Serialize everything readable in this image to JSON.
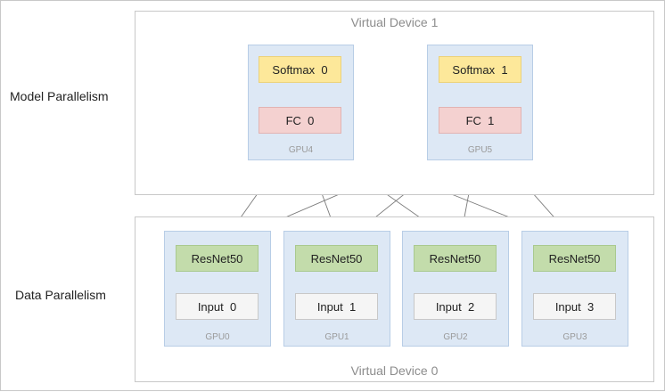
{
  "labels": {
    "model_parallelism": "Model Parallelism",
    "data_parallelism": "Data Parallelism"
  },
  "virtual_devices": {
    "top": "Virtual Device 1",
    "bottom": "Virtual Device 0"
  },
  "model_gpus": [
    {
      "gpu": "GPU4",
      "softmax": "Softmax  0",
      "fc": "FC  0"
    },
    {
      "gpu": "GPU5",
      "softmax": "Softmax  1",
      "fc": "FC  1"
    }
  ],
  "data_gpus": [
    {
      "gpu": "GPU0",
      "net": "ResNet50",
      "input": "Input  0"
    },
    {
      "gpu": "GPU1",
      "net": "ResNet50",
      "input": "Input  1"
    },
    {
      "gpu": "GPU2",
      "net": "ResNet50",
      "input": "Input  2"
    },
    {
      "gpu": "GPU3",
      "net": "ResNet50",
      "input": "Input  3"
    }
  ],
  "colors": {
    "softmax_fill": "#fde89a",
    "softmax_border": "#ecd27a",
    "fc_fill": "#f4d1d0",
    "fc_border": "#e2b3b2",
    "resnet_fill": "#c3dcab",
    "resnet_border": "#a9c98f",
    "input_fill": "#f5f5f5",
    "input_border": "#c8c8c8",
    "line": "#7a7a7a"
  }
}
